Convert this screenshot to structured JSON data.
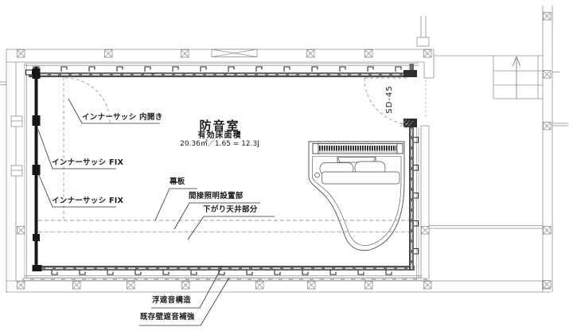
{
  "drawing": {
    "room": {
      "name": "防音室",
      "area_label": "有効床面積",
      "area_value": "20.36㎡／1.65 = 12.3J"
    },
    "door_label": "SD-45",
    "annotations": {
      "inner_sash_door": "インナーサッシ 内開き",
      "inner_sash_fix_1": "インナーサッシ FIX",
      "inner_sash_fix_2": "インナーサッシ FIX",
      "fascia_board": "幕板",
      "indirect_lighting": "間接照明設置部",
      "lowered_ceiling": "下がり天井部分",
      "floating_sound_insulation": "浮遮音構造",
      "existing_wall_reinforcement": "既存壁遮音補強"
    },
    "colors": {
      "background": "#ffffff",
      "existing_wall_line": "#909090",
      "floating_wall": "#6a6a6a",
      "sash_line": "#161616",
      "text": "#1c1c1c",
      "dashed_line": "#9a9a9a"
    }
  }
}
